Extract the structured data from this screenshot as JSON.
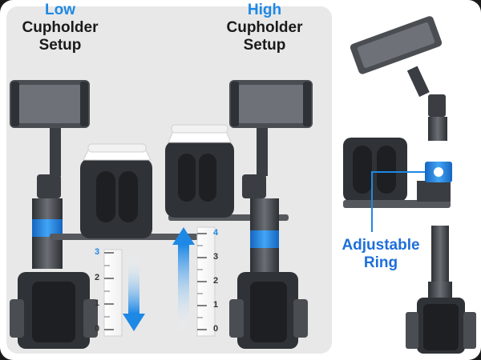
{
  "low_setup": {
    "title_accent": "Low",
    "title_line2": "Cupholder",
    "title_line3": "Setup",
    "scale_max_label": "3",
    "scale_labels": [
      "2",
      "1",
      "0"
    ]
  },
  "high_setup": {
    "title_accent": "High",
    "title_line2": "Cupholder",
    "title_line3": "Setup",
    "scale_max_label": "4",
    "scale_labels": [
      "3",
      "2",
      "1",
      "0"
    ]
  },
  "callout": {
    "line1": "Adjustable",
    "line2": "Ring"
  },
  "colors": {
    "accent_blue": "#1e88e5",
    "callout_blue": "#1e6fd9",
    "panel_bg": "#e8e8e8",
    "device_dark": "#3a3d42"
  },
  "icons": [
    "arrow-down-icon",
    "arrow-up-icon",
    "phone-holder-icon",
    "cup-holder-icon",
    "ring-icon"
  ]
}
